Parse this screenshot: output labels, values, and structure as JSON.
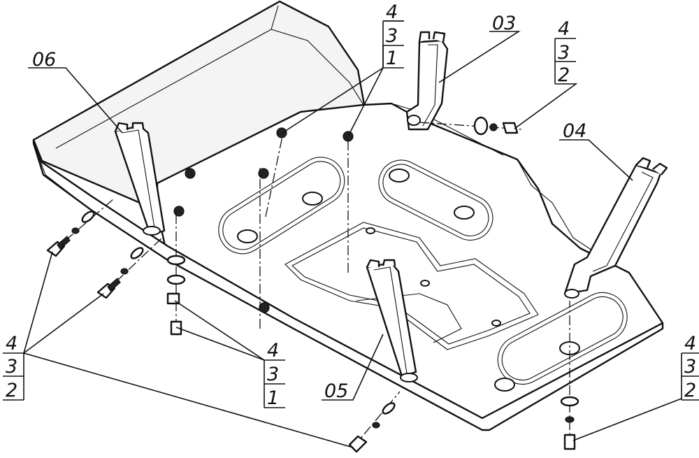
{
  "diagram": {
    "part_labels": {
      "p03": "03",
      "p04": "04",
      "p05": "05",
      "p06": "06"
    },
    "fastener_stacks": {
      "top_center": [
        "4",
        "3",
        "1"
      ],
      "top_right": [
        "4",
        "3",
        "2"
      ],
      "bottom_left": [
        "4",
        "3",
        "2"
      ],
      "bottom_center": [
        "4",
        "3",
        "1"
      ],
      "bottom_right": [
        "4",
        "3",
        "2"
      ]
    }
  }
}
